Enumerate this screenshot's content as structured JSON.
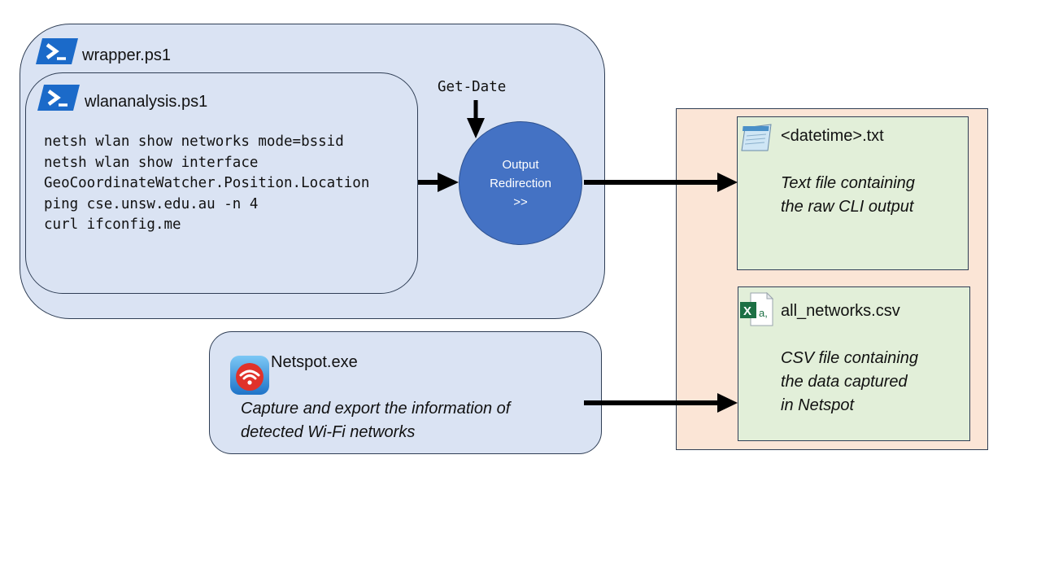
{
  "wrapper": {
    "title": "wrapper.ps1"
  },
  "wlan": {
    "title": "wlananalysis.ps1",
    "commands": [
      "netsh wlan show networks mode=bssid",
      "netsh wlan show interface",
      "GeoCoordinateWatcher.Position.Location",
      "ping cse.unsw.edu.au -n 4",
      "curl ifconfig.me"
    ]
  },
  "getdate": {
    "label": "Get-Date"
  },
  "redirect": {
    "line1": "Output",
    "line2": "Redirection",
    "line3": ">>"
  },
  "netspot": {
    "title": "Netspot.exe",
    "desc_line1": "Capture and export the information of",
    "desc_line2": "detected Wi-Fi networks"
  },
  "txt_file": {
    "title": "<datetime>.txt",
    "desc_line1": "Text file containing",
    "desc_line2": "the raw CLI output"
  },
  "csv_file": {
    "title": "all_networks.csv",
    "desc_line1": "CSV file containing",
    "desc_line2": "the data captured",
    "desc_line3": "in Netspot"
  },
  "colors": {
    "blue_fill": "#dae3f3",
    "circle_fill": "#4472c4",
    "green_fill": "#e2efd9",
    "peach_fill": "#fbe5d6",
    "powershell_blue": "#1b6ac9",
    "excel_green": "#1d7044",
    "netspot_red": "#e0322a"
  },
  "icons": [
    "powershell-icon",
    "notepad-icon",
    "excel-icon",
    "netspot-wifi-icon"
  ]
}
